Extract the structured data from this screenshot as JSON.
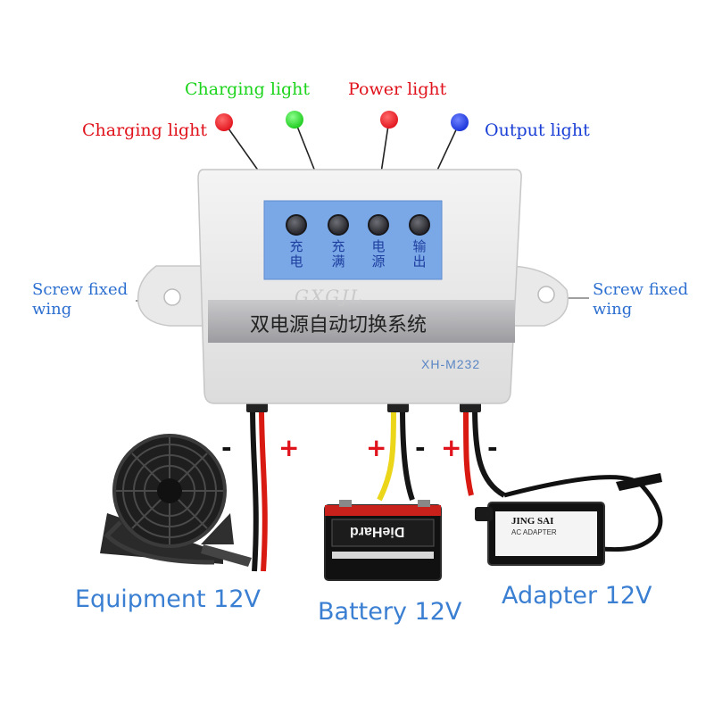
{
  "indicator_labels": {
    "charging_green": "Charging light",
    "power": "Power light",
    "charging_red": "Charging light",
    "output": "Output light"
  },
  "wing_labels": {
    "left": [
      "Screw fixed",
      "wing"
    ],
    "right": [
      "Screw fixed",
      "wing"
    ]
  },
  "panel": {
    "indicators": [
      {
        "chars": [
          "充",
          "电"
        ]
      },
      {
        "chars": [
          "充",
          "满"
        ]
      },
      {
        "chars": [
          "电",
          "源"
        ]
      },
      {
        "chars": [
          "输",
          "出"
        ]
      }
    ],
    "title": "双电源自动切换系统",
    "model": "XH-M232",
    "watermark": "GXGJL"
  },
  "polarity": {
    "equip_minus": "-",
    "equip_plus": "+",
    "batt_plus": "+",
    "batt_minus": "-",
    "adapt_plus": "+",
    "adapt_minus": "-"
  },
  "battery": {
    "brand": "DieHard"
  },
  "adapter": {
    "brand": "JING SAI",
    "type": "AC ADAPTER"
  },
  "device_labels": {
    "equipment": "Equipment 12V",
    "battery": "Battery 12V",
    "adapter": "Adapter 12V"
  },
  "colors": {
    "red_led": "#e8101a",
    "green_led": "#22d822",
    "blue_led": "#1a34d8",
    "panel_blue": "#7aa8e6",
    "wire_red": "#d81a12",
    "wire_yellow": "#ecd61a"
  }
}
